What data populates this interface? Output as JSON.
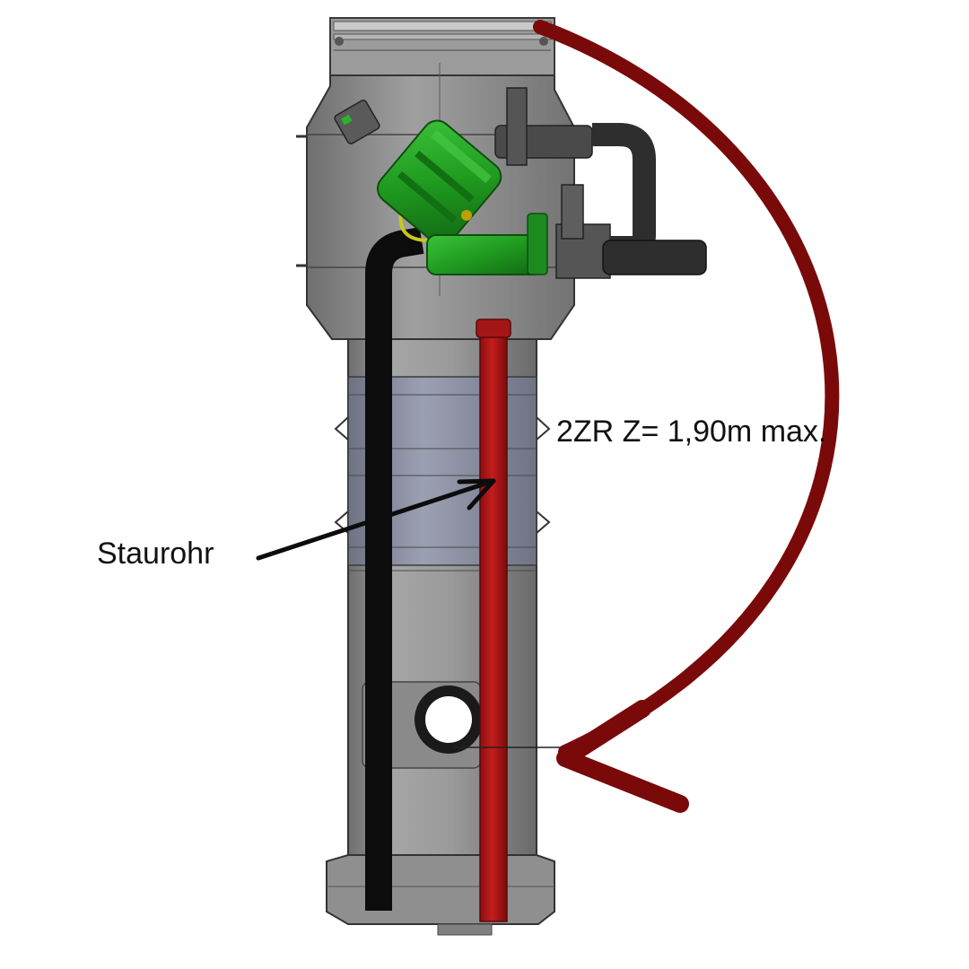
{
  "labels": {
    "measurement": "2ZR Z= 1,90m max.",
    "pipe": "Staurohr"
  },
  "colors": {
    "arrow": "#7a0a0a",
    "pipe_red": "#b01616",
    "pipe_black": "#0c0c0c",
    "valve_green": "#1f9a1f",
    "body_gray": "#8c8c8c"
  },
  "icons": {
    "shaft": "cylindrical-shaft-body",
    "valve": "green-valve-icon",
    "inlet": "pipe-inlet-opening"
  }
}
